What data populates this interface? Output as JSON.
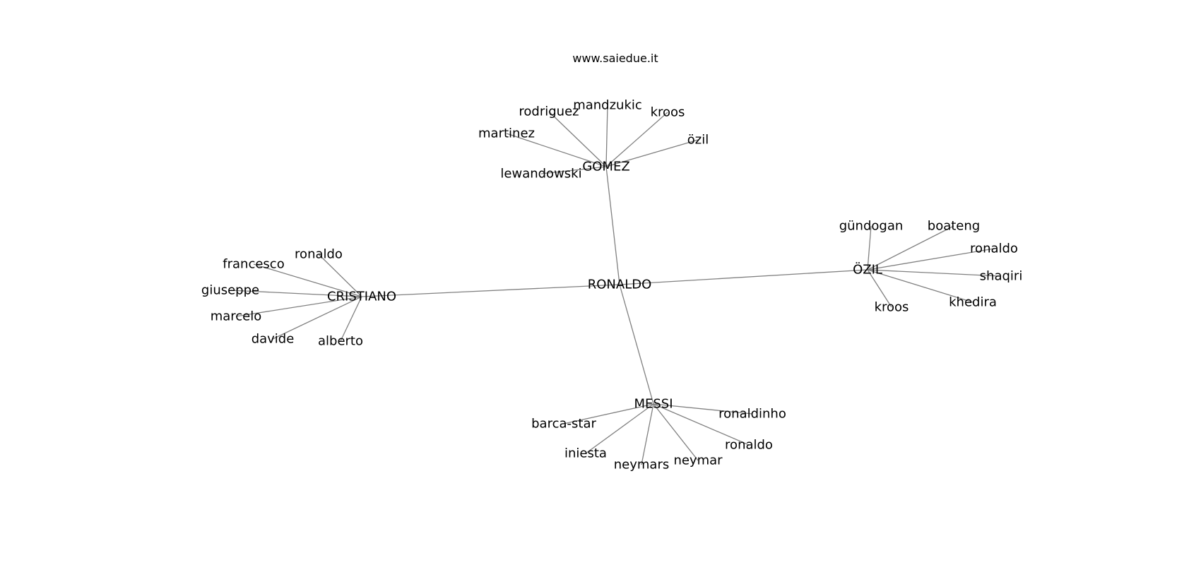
{
  "header": {
    "site": "www.saiedue.it"
  },
  "graph": {
    "root": "RONALDO",
    "hubs": [
      {
        "id": "gomez",
        "label": "GOMEZ",
        "leaves": [
          "mandzukic",
          "rodriguez",
          "kroos",
          "martinez",
          "özil",
          "lewandowski"
        ]
      },
      {
        "id": "cristiano",
        "label": "CRISTIANO",
        "leaves": [
          "ronaldo",
          "francesco",
          "giuseppe",
          "marcelo",
          "davide",
          "alberto"
        ]
      },
      {
        "id": "ozil",
        "label": "ÖZIL",
        "leaves": [
          "gündogan",
          "boateng",
          "ronaldo",
          "shaqiri",
          "khedira",
          "kroos"
        ]
      },
      {
        "id": "messi",
        "label": "MESSI",
        "leaves": [
          "ronaldinho",
          "barca-star",
          "ronaldo",
          "iniesta",
          "neymar",
          "neymars"
        ]
      }
    ]
  }
}
